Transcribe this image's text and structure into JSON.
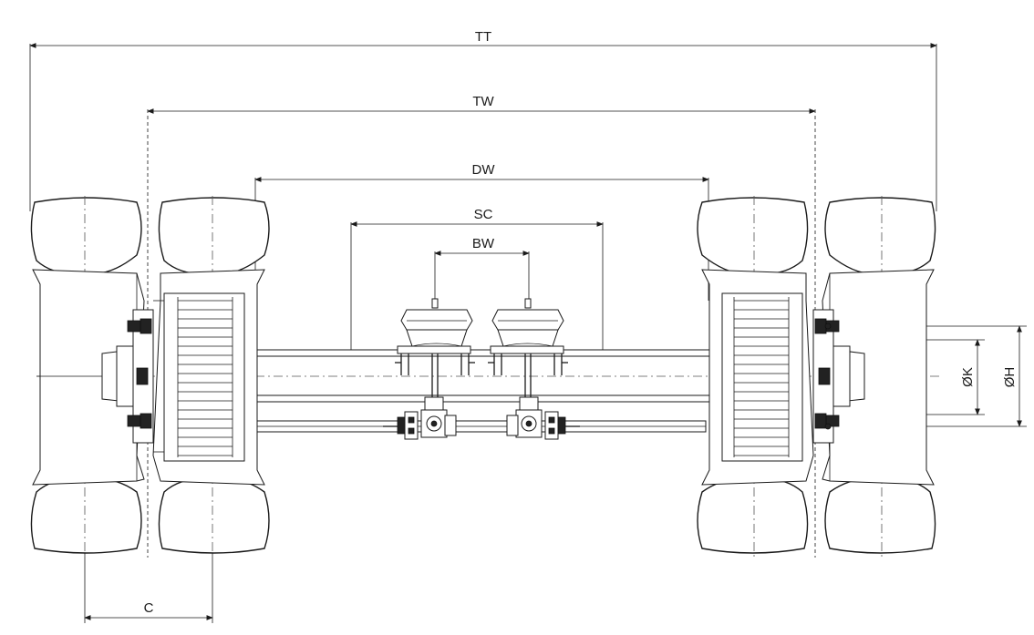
{
  "dimensions": {
    "tt": "TT",
    "tw": "TW",
    "dw": "DW",
    "sc": "SC",
    "bw": "BW",
    "c": "C",
    "k": "ØK",
    "h": "ØH"
  },
  "colors": {
    "line": "#1a1a1a",
    "background": "#ffffff"
  }
}
